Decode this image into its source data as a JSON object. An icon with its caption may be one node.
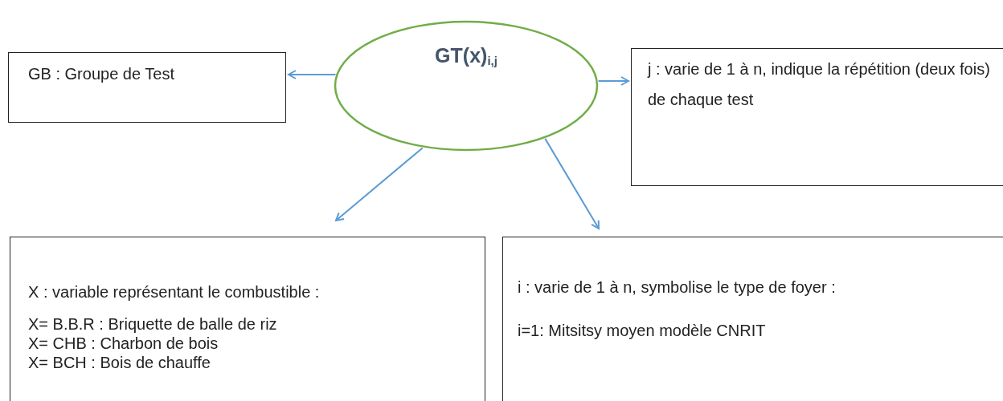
{
  "diagram": {
    "nodes": [
      {
        "text": [
          "GT(x)$_{i,j}$"
        ]
      },
      {
        "text": [
          "GB : Groupe de Test"
        ]
      },
      {
        "text": [
          "j : varie de 1 à n, indique la répétition (deux fois) de chaque test"
        ]
      },
      {
        "text": [
          "X : variable représentant le combustible :",
          "X= B.B.R : Briquette de balle de riz",
          "X= CHB : Charbon de bois",
          "X= BCH : Bois de chauffe"
        ]
      },
      {
        "text": [
          "i : varie de 1 à n, symbolise  le  type de foyer :",
          "i=1: Mitsitsy moyen modèle CNRIT"
        ]
      }
    ],
    "edges": [
      {
        "from": 0,
        "to": 1,
        "arrow": "to"
      },
      {
        "from": 0,
        "to": 2,
        "arrow": "to"
      },
      {
        "from": 0,
        "to": 3,
        "arrow": "to"
      },
      {
        "from": 0,
        "to": 4,
        "arrow": "to"
      }
    ]
  }
}
